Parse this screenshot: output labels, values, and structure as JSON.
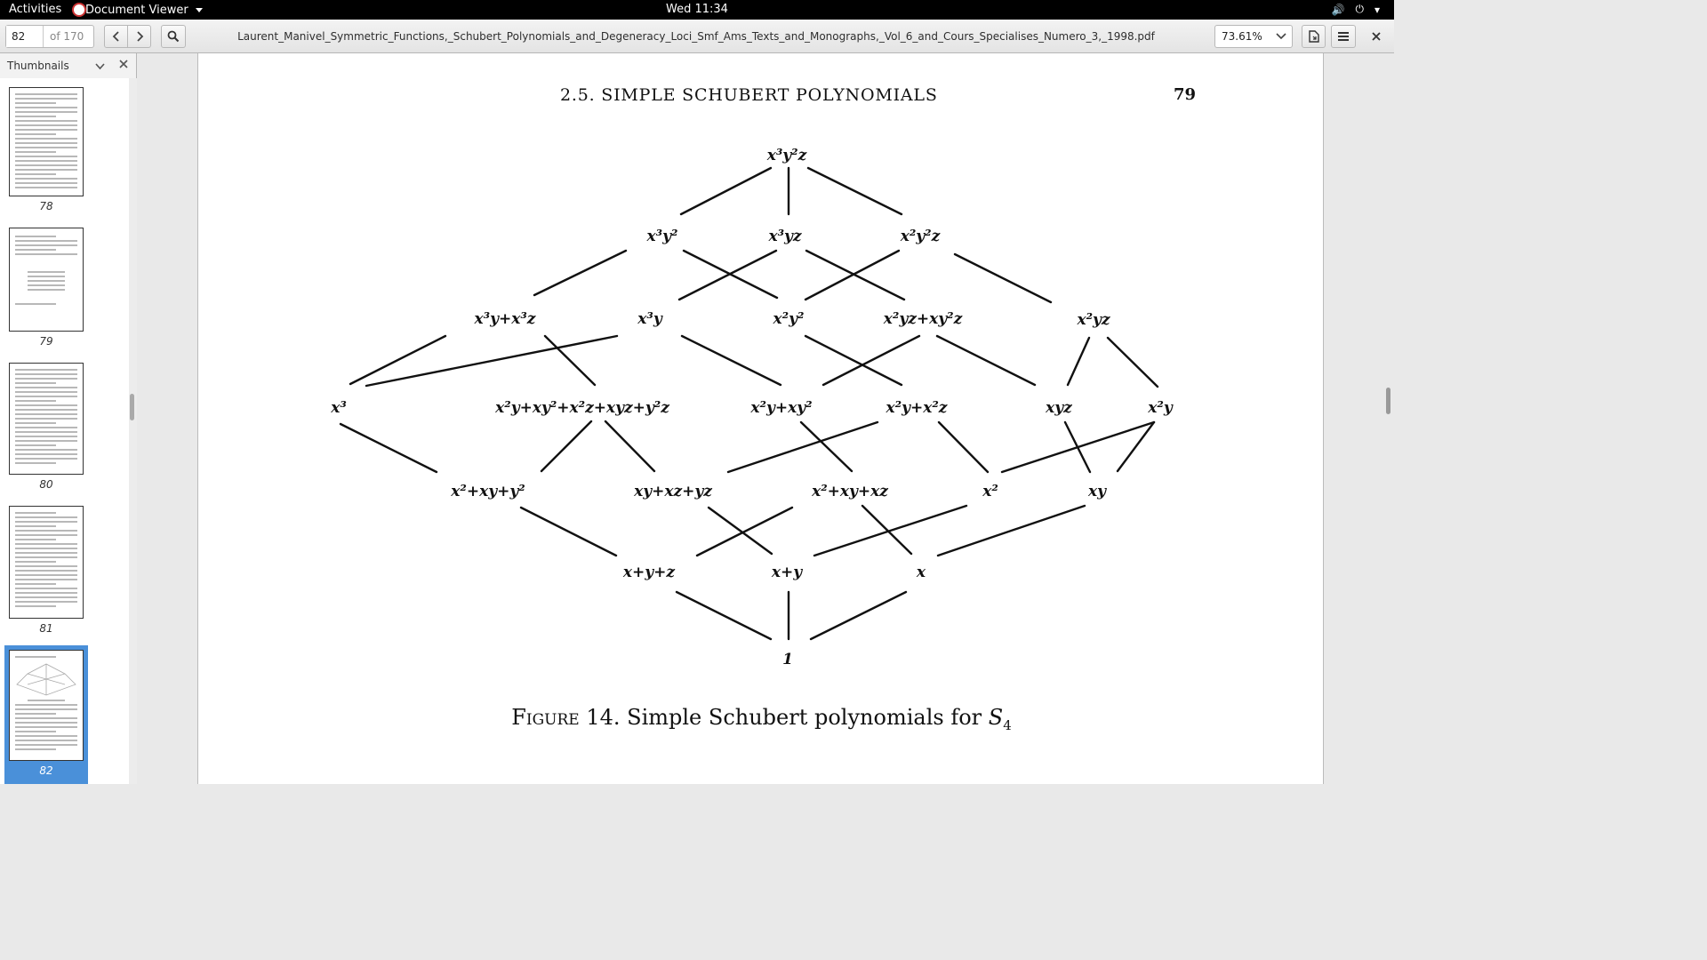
{
  "topbar": {
    "activities": "Activities",
    "app_name": "Document Viewer",
    "clock": "Wed 11:34"
  },
  "header": {
    "page_value": "82",
    "page_total": "of 170",
    "title": "Laurent_Manivel_Symmetric_Functions,_Schubert_Polynomials_and_Degeneracy_Loci_Smf_Ams_Texts_and_Monographs,_Vol_6_and_Cours_Specialises_Numero_3,_1998.pdf",
    "zoom": "73.61%"
  },
  "sidebar": {
    "title": "Thumbnails",
    "thumbnails": [
      {
        "label": "78"
      },
      {
        "label": "79"
      },
      {
        "label": "80"
      },
      {
        "label": "81"
      },
      {
        "label": "82"
      }
    ]
  },
  "page": {
    "section_heading": "2.5. SIMPLE SCHUBERT POLYNOMIALS",
    "page_number": "79",
    "caption_prefix": "Figure 14.",
    "caption_text": "Simple Schubert polynomials for",
    "caption_symbol": "S",
    "caption_sub": "4",
    "nodes": {
      "r0": "x³y²z",
      "r1a": "x³y²",
      "r1b": "x³yz",
      "r1c": "x²y²z",
      "r2a": "x³y+x³z",
      "r2b": "x³y",
      "r2c": "x²y²",
      "r2d": "x²yz+xy²z",
      "r2e": "x²yz",
      "r3a": "x³",
      "r3b": "x²y+xy²+x²z+xyz+y²z",
      "r3c": "x²y+xy²",
      "r3d": "x²y+x²z",
      "r3e": "xyz",
      "r3f": "x²y",
      "r4a": "x²+xy+y²",
      "r4b": "xy+xz+yz",
      "r4c": "x²+xy+xz",
      "r4d": "x²",
      "r4e": "xy",
      "r5a": "x+y+z",
      "r5b": "x+y",
      "r5c": "x",
      "r6": "1"
    }
  }
}
